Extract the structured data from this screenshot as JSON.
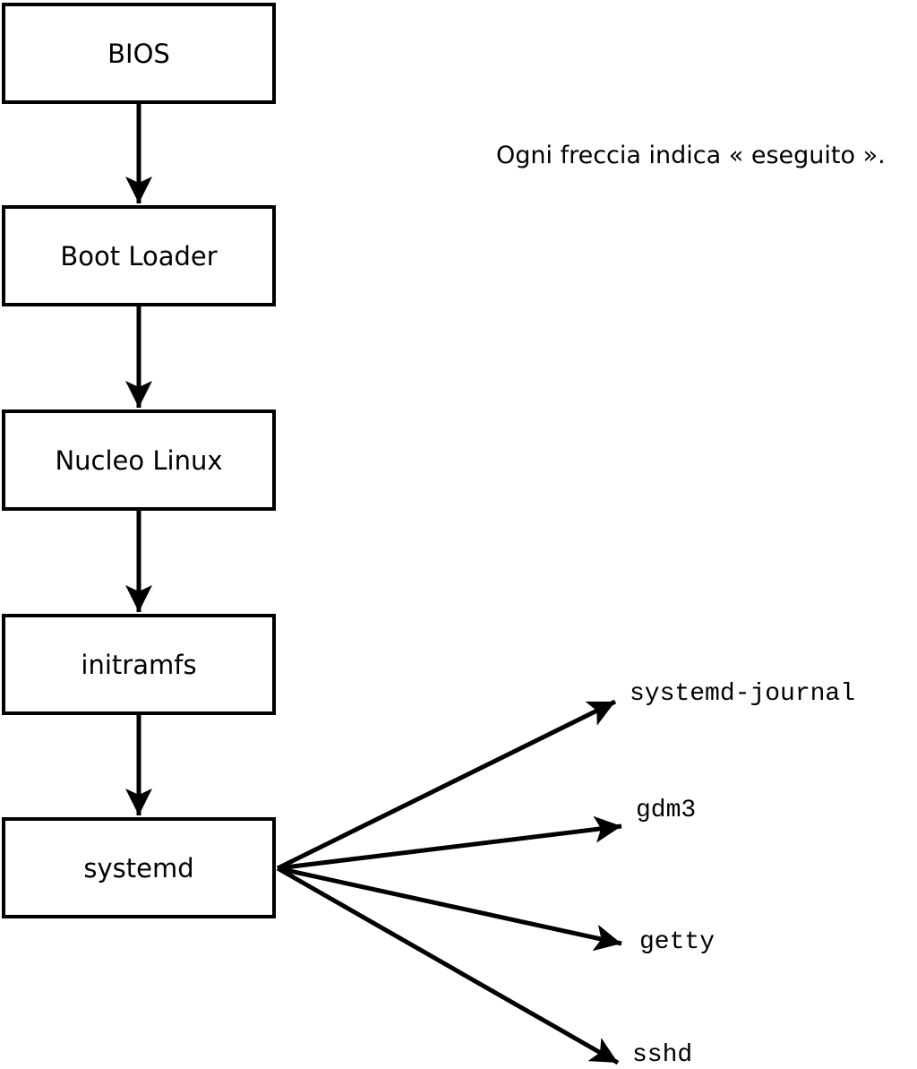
{
  "diagram": {
    "caption": "Ogni freccia indica « eseguito ».",
    "boot_sequence": [
      {
        "label": "BIOS"
      },
      {
        "label": "Boot Loader"
      },
      {
        "label": "Nucleo Linux"
      },
      {
        "label": "initramfs"
      },
      {
        "label": "systemd"
      }
    ],
    "spawned_services": [
      {
        "label": "systemd-journal"
      },
      {
        "label": "gdm3"
      },
      {
        "label": "getty"
      },
      {
        "label": "sshd"
      }
    ],
    "colors": {
      "line": "#000000",
      "box_fill": "#ffffff",
      "background": "#ffffff",
      "text": "#000000"
    }
  }
}
